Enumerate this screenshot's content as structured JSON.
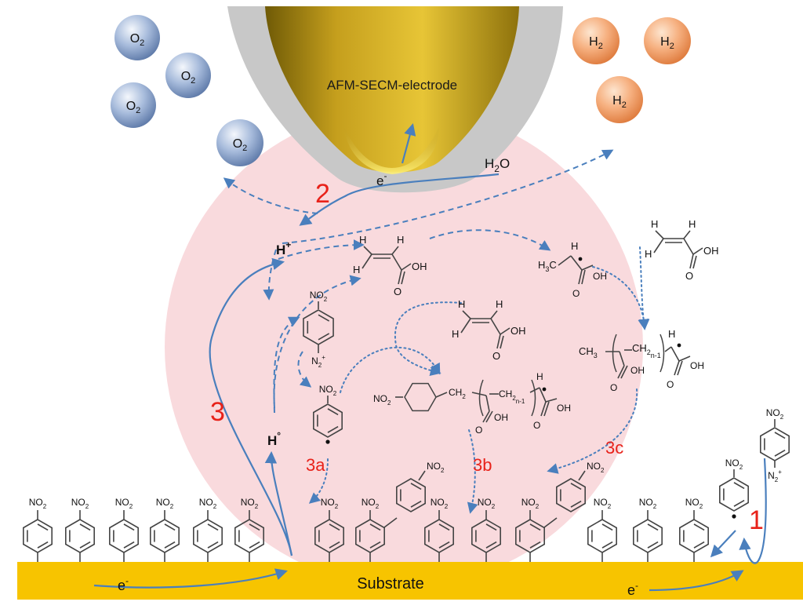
{
  "electrode": {
    "label": "AFM-SECM-electrode"
  },
  "substrate": {
    "label": "Substrate"
  },
  "gases": {
    "o2": [
      {
        "base": "O",
        "sub": "2"
      },
      {
        "base": "O",
        "sub": "2"
      },
      {
        "base": "O",
        "sub": "2"
      },
      {
        "base": "O",
        "sub": "2"
      }
    ],
    "h2": [
      {
        "base": "H",
        "sub": "2"
      },
      {
        "base": "H",
        "sub": "2"
      },
      {
        "base": "H",
        "sub": "2"
      }
    ]
  },
  "species": {
    "water": {
      "base": "H",
      "sub": "2",
      "tail": "O"
    },
    "proton": {
      "base": "H",
      "sup": "+"
    },
    "h_radical": {
      "base": "H",
      "sup": "°"
    },
    "electron_tip": {
      "base": "e",
      "sup": "-"
    },
    "electron_left": {
      "base": "e",
      "sup": "-"
    },
    "electron_right": {
      "base": "e",
      "sup": "-"
    }
  },
  "steps": {
    "step1": "1",
    "step2": "2",
    "step3": "3",
    "step3a": "3a",
    "step3b": "3b",
    "step3c": "3c"
  },
  "chem": {
    "nitro": {
      "base": "NO",
      "sub": "2"
    },
    "diazo": {
      "base": "N",
      "sub": "2",
      "sup": "+"
    },
    "h": "H",
    "oh": "OH",
    "o": "O",
    "ch3": {
      "base": "H",
      "sub": "3",
      "tail": "C"
    },
    "ch3_b": {
      "base": "CH",
      "sub": "3"
    },
    "ch2": {
      "base": "CH",
      "sub": "2"
    },
    "ch2n": {
      "base": "CH",
      "sub": "2",
      "tail": "n-1"
    },
    "o2n": {
      "base": "O",
      "sub": "2",
      "tail": "N"
    }
  },
  "colors": {
    "substrate": "#f7c400",
    "arrow": "#4a7fbd",
    "step_label": "#e8221a",
    "reaction_zone": "#f9dadd"
  }
}
